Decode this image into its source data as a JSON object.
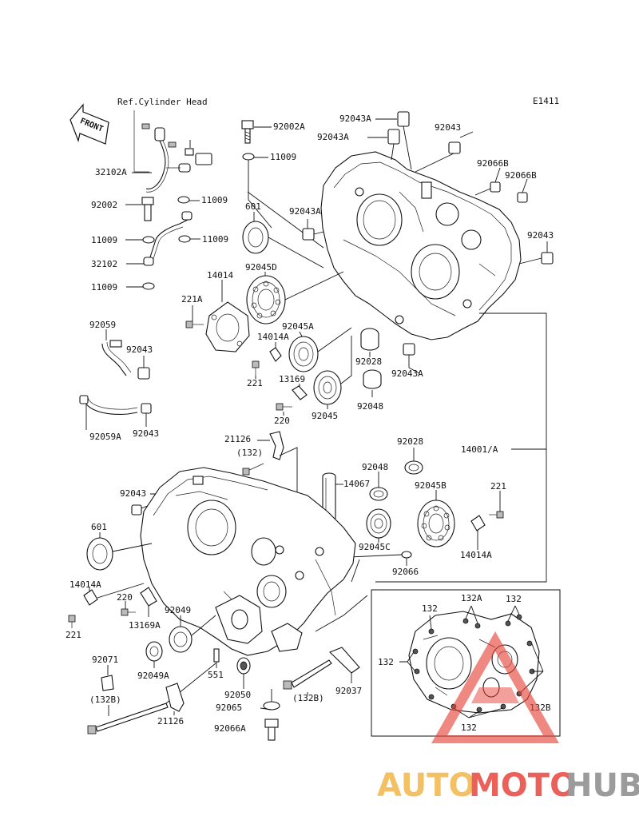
{
  "diagram_code": "E1411",
  "front_arrow_text": "FRONT",
  "ref_note": "Ref.Cylinder Head",
  "labels": {
    "p92002A": "92002A",
    "p11009a": "11009",
    "p32102A": "32102A",
    "p92002": "92002",
    "p11009b": "11009",
    "p11009c": "11009",
    "p11009d": "11009",
    "p32102": "32102",
    "p11009e": "11009",
    "p601a": "601",
    "p92045D": "92045D",
    "p14014": "14014",
    "p221A": "221A",
    "p92059": "92059",
    "p92043a": "92043",
    "p92045A": "92045A",
    "p14014A_a": "14014A",
    "p221a": "221",
    "p13169": "13169",
    "p220a": "220",
    "p92045": "92045",
    "p92059A": "92059A",
    "p92043b": "92043",
    "p92043A_a": "92043A",
    "p92043A_b": "92043A",
    "p92043c": "92043",
    "p92066B_a": "92066B",
    "p92066B_b": "92066B",
    "p92043A_c": "92043A",
    "p92043d": "92043",
    "p92028a": "92028",
    "p92043A_d": "92043A",
    "p92048a": "92048",
    "p21126": "21126",
    "p132a": "(132)",
    "p92028b": "92028",
    "p14001A": "14001/A",
    "p92043e": "92043",
    "p92048b": "92048",
    "p14067": "14067",
    "p92045B": "92045B",
    "p221b": "221",
    "p601b": "601",
    "p92045C": "92045C",
    "p14014A_b": "14014A",
    "p92066": "92066",
    "p14014A_c": "14014A",
    "p220b": "220",
    "p92049": "92049",
    "p221c": "221",
    "p13169A": "13169A",
    "p92049A": "92049A",
    "p92071": "92071",
    "p551": "551",
    "p92050": "92050",
    "p92065": "92065",
    "p132B_a": "(132B)",
    "p92037": "92037",
    "p132B_b": "(132B)",
    "p21126b": "21126",
    "p92066A": "92066A",
    "i132a": "132",
    "i132A": "132A",
    "i132b": "132",
    "i132c": "132",
    "i132B": "132B",
    "i132d": "132"
  },
  "watermark": {
    "part1": "AUTO",
    "part2": "MOTO",
    "part3": "HUB",
    "color_auto": "#f2b64a",
    "color_moto": "#e8453c",
    "color_hub": "#8a8a8a",
    "triangle_color": "#e8453c"
  }
}
